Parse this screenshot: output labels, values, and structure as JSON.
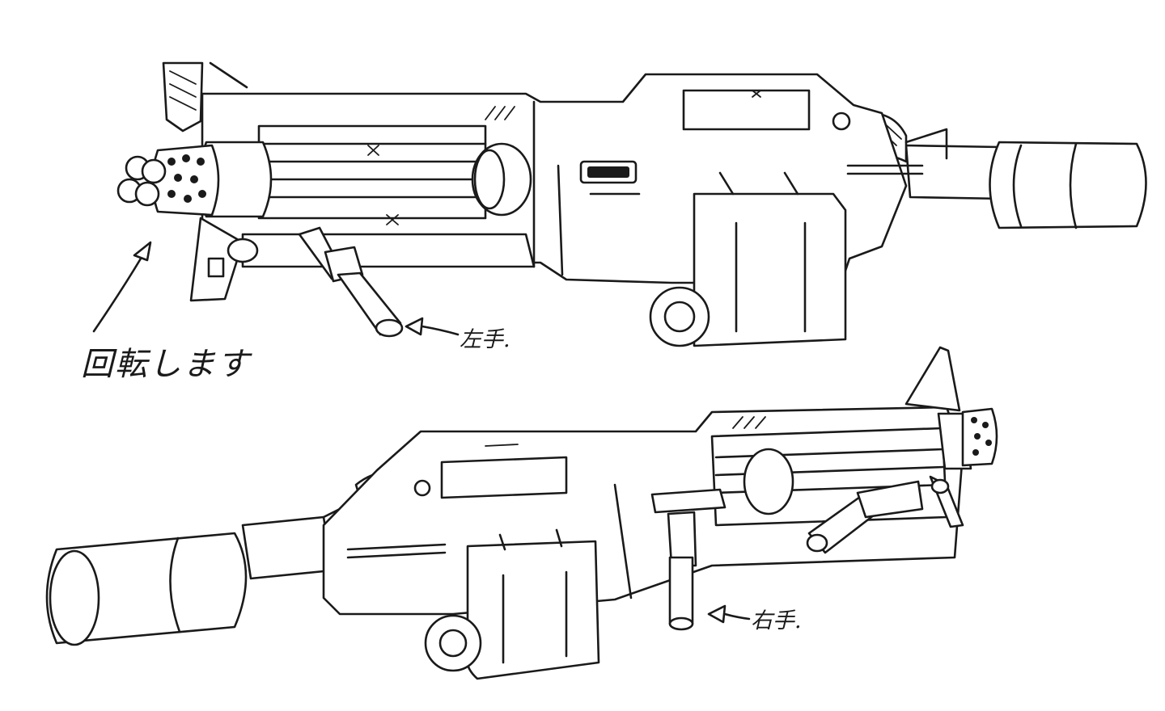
{
  "annotations": {
    "rotates": "回転します",
    "left_hand": "左手.",
    "right_hand": "右手."
  },
  "colors": {
    "ink": "#1a1a1a",
    "paper": "#ffffff"
  }
}
